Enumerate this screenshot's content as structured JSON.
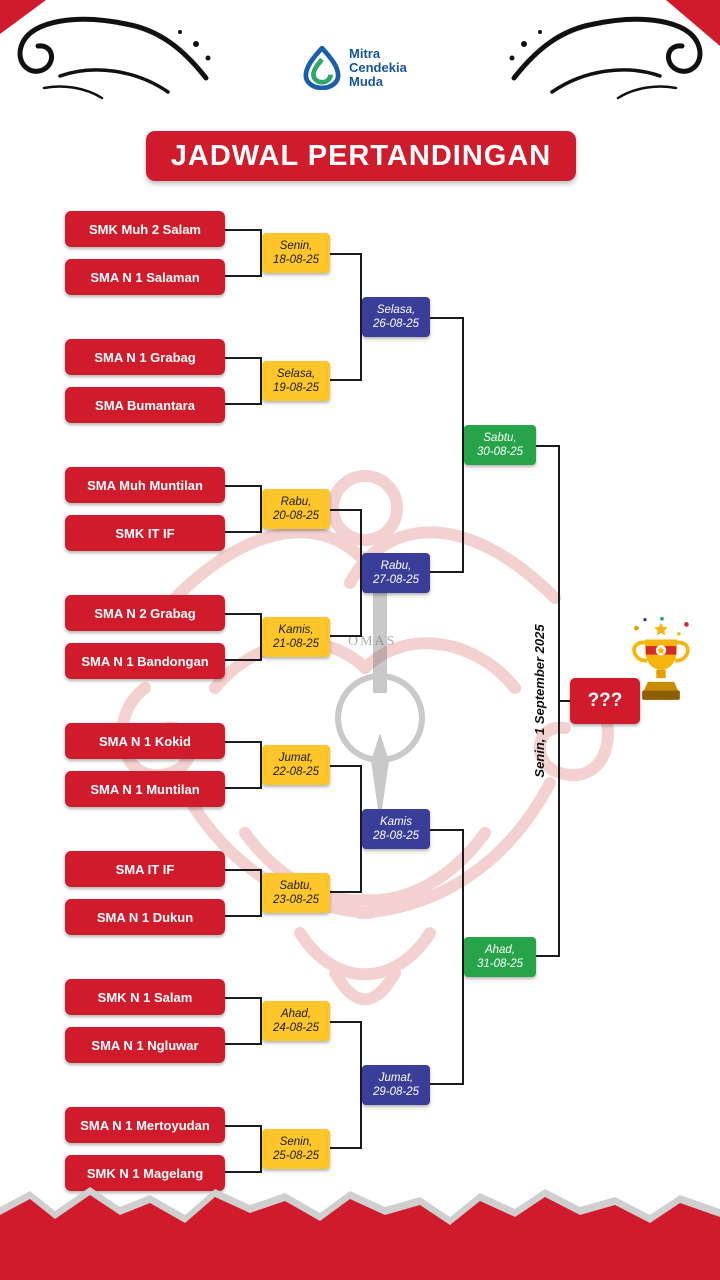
{
  "colors": {
    "red": "#CF1B2B",
    "yellow": "#FFC62B",
    "blue": "#3B3E99",
    "green": "#27A449"
  },
  "logo": {
    "line1": "Mitra",
    "line2": "Cendekia",
    "line3": "Muda"
  },
  "title": "JADWAL PERTANDINGAN",
  "round1": {
    "matches": [
      {
        "team_a": "SMK Muh 2 Salam",
        "team_b": "SMA N 1 Salaman",
        "day": "Senin,",
        "date": "18-08-25"
      },
      {
        "team_a": "SMA N 1 Grabag",
        "team_b": "SMA Bumantara",
        "day": "Selasa,",
        "date": "19-08-25"
      },
      {
        "team_a": "SMA Muh Muntilan",
        "team_b": "SMK IT IF",
        "day": "Rabu,",
        "date": "20-08-25"
      },
      {
        "team_a": "SMA N 2 Grabag",
        "team_b": "SMA N 1 Bandongan",
        "day": "Kamis,",
        "date": "21-08-25"
      },
      {
        "team_a": "SMA N 1 Kokid",
        "team_b": "SMA N 1 Muntilan",
        "day": "Jumat,",
        "date": "22-08-25"
      },
      {
        "team_a": "SMA IT IF",
        "team_b": "SMA N 1 Dukun",
        "day": "Sabtu,",
        "date": "23-08-25"
      },
      {
        "team_a": "SMK N 1 Salam",
        "team_b": "SMA N 1 Ngluwar",
        "day": "Ahad,",
        "date": "24-08-25"
      },
      {
        "team_a": "SMA N 1 Mertoyudan",
        "team_b": "SMK N 1 Magelang",
        "day": "Senin,",
        "date": "25-08-25"
      }
    ]
  },
  "round2": [
    {
      "day": "Selasa,",
      "date": "26-08-25"
    },
    {
      "day": "Rabu,",
      "date": "27-08-25"
    },
    {
      "day": "Kamis",
      "date": "28-08-25"
    },
    {
      "day": "Jumat,",
      "date": "29-08-25"
    }
  ],
  "round3": [
    {
      "day": "Sabtu,",
      "date": "30-08-25"
    },
    {
      "day": "Ahad,",
      "date": "31-08-25"
    }
  ],
  "final": {
    "label": "Senin, 1 September 2025",
    "winner_placeholder": "???"
  },
  "watermark": {
    "emblem_text": "OMAS"
  }
}
